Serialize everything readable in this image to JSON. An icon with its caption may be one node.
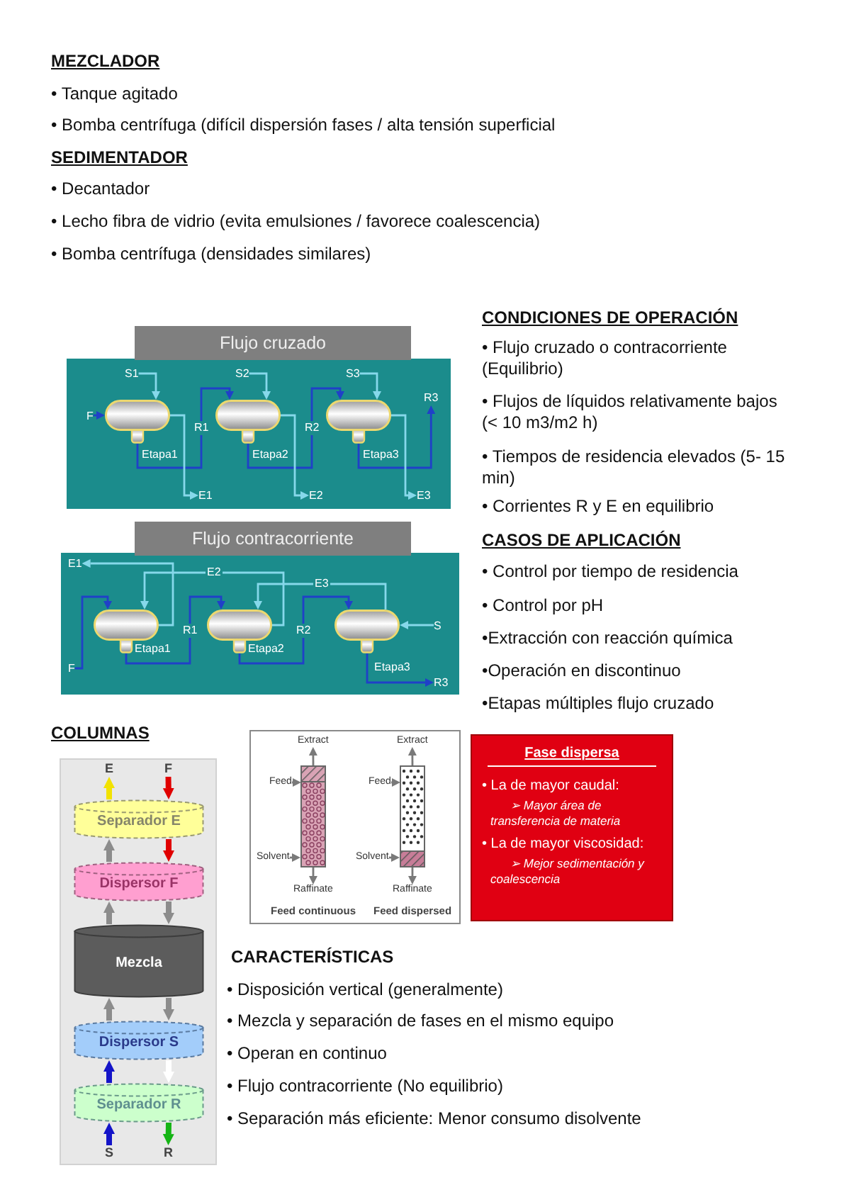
{
  "diagram": {
    "nodes": [
      {
        "text": [
          "Flujo cruzado"
        ]
      },
      {
        "text": [
          "S1"
        ],
        "in": 0
      },
      {
        "text": [
          "S2"
        ],
        "in": 0
      },
      {
        "text": [
          "S3"
        ],
        "in": 0
      },
      {
        "text": [
          "F"
        ],
        "in": 0
      },
      {
        "text": [],
        "shape": "cylinder",
        "beside": [
          "Etapa1"
        ],
        "in": 0
      },
      {
        "text": [],
        "shape": "cylinder",
        "beside": [
          "Etapa2"
        ],
        "in": 0
      },
      {
        "text": [],
        "shape": "cylinder",
        "beside": [
          "Etapa3"
        ],
        "in": 0
      },
      {
        "text": [
          "R3"
        ],
        "in": 0
      },
      {
        "text": [
          "E1"
        ],
        "in": 0
      },
      {
        "text": [
          "E2"
        ],
        "in": 0
      },
      {
        "text": [
          "E3"
        ],
        "in": 0
      },
      {
        "text": [
          "Flujo contracorriente"
        ]
      },
      {
        "text": [
          "E1"
        ],
        "in": 12
      },
      {
        "text": [
          "F"
        ],
        "in": 12
      },
      {
        "text": [],
        "shape": "cylinder",
        "beside": [
          "Etapa1"
        ],
        "in": 12
      },
      {
        "text": [],
        "shape": "cylinder",
        "beside": [
          "Etapa2"
        ],
        "in": 12
      },
      {
        "text": [],
        "shape": "cylinder",
        "beside": [
          "Etapa3"
        ],
        "in": 12
      },
      {
        "text": [
          "S"
        ],
        "in": 12
      },
      {
        "text": [
          "R3"
        ],
        "in": 12
      },
      {
        "text": [
          "E"
        ]
      },
      {
        "text": [
          "F"
        ]
      },
      {
        "text": [
          "Separador E"
        ]
      },
      {
        "text": [
          "Dispersor F"
        ]
      },
      {
        "text": [
          "Mezcla"
        ]
      },
      {
        "text": [
          "Dispersor S"
        ]
      },
      {
        "text": [
          "Separador R"
        ]
      },
      {
        "text": [
          "S"
        ]
      },
      {
        "text": [
          "R"
        ]
      },
      {
        "text": [
          "Extract"
        ]
      },
      {
        "text": [
          "Feed"
        ]
      },
      {
        "text": [],
        "shape": "box"
      },
      {
        "text": [
          "Solvent"
        ]
      },
      {
        "text": [
          "Raffinate"
        ]
      },
      {
        "text": [
          "Extract"
        ]
      },
      {
        "text": [
          "Feed"
        ]
      },
      {
        "text": [],
        "shape": "box"
      },
      {
        "text": [
          "Solvent"
        ]
      },
      {
        "text": [
          "Raffinate"
        ]
      },
      {
        "text": [
          "Fase dispersa",
          "• La de mayor caudal:",
          "➢ Mayor área de transferencia de materia",
          "• La de mayor viscosidad:",
          "➢ Mejor sedimentación y coalescencia"
        ]
      }
    ],
    "edges": [
      {
        "from": 4,
        "to": 5,
        "arrow": "to",
        "color": "#2040c8"
      },
      {
        "from": 1,
        "to": 5,
        "arrow": "to"
      },
      {
        "from": 5,
        "to": 6,
        "arrow": "to",
        "label": "R1",
        "color": "#2040c8"
      },
      {
        "from": 2,
        "to": 6,
        "arrow": "to"
      },
      {
        "from": 6,
        "to": 7,
        "arrow": "to",
        "label": "R2",
        "color": "#2040c8"
      },
      {
        "from": 3,
        "to": 7,
        "arrow": "to"
      },
      {
        "from": 7,
        "to": 8,
        "arrow": "to",
        "color": "#2040c8"
      },
      {
        "from": 5,
        "to": 9,
        "arrow": "to"
      },
      {
        "from": 6,
        "to": 10,
        "arrow": "to"
      },
      {
        "from": 7,
        "to": 11,
        "arrow": "to"
      },
      {
        "from": 14,
        "to": 15,
        "arrow": "to",
        "color": "#2040c8"
      },
      {
        "from": 15,
        "to": 16,
        "arrow": "to",
        "label": "R1",
        "color": "#2040c8"
      },
      {
        "from": 16,
        "to": 17,
        "arrow": "to",
        "label": "R2",
        "color": "#2040c8"
      },
      {
        "from": 17,
        "to": 19,
        "arrow": "to",
        "color": "#2040c8"
      },
      {
        "from": 18,
        "to": 17,
        "arrow": "to"
      },
      {
        "from": 17,
        "to": 16,
        "arrow": "to",
        "label": "E3"
      },
      {
        "from": 16,
        "to": 15,
        "arrow": "to",
        "label": "E2"
      },
      {
        "from": 15,
        "to": 13,
        "arrow": "to"
      },
      {
        "from": 22,
        "to": 20,
        "arrow": "to",
        "style": "thick",
        "color": "#f2e200"
      },
      {
        "from": 21,
        "to": 22,
        "arrow": "to",
        "style": "thick",
        "color": "#e00000"
      },
      {
        "from": 22,
        "to": 23,
        "arrow": "to",
        "style": "thick",
        "color": "#e00000"
      },
      {
        "from": 23,
        "to": 22,
        "arrow": "to",
        "style": "thick",
        "color": "#8c8c8c"
      },
      {
        "from": 23,
        "to": 24,
        "arrow": "to",
        "style": "thick",
        "color": "#8c8c8c"
      },
      {
        "from": 24,
        "to": 23,
        "arrow": "to",
        "style": "thick",
        "color": "#8c8c8c"
      },
      {
        "from": 24,
        "to": 25,
        "arrow": "to",
        "style": "thick",
        "color": "#8c8c8c"
      },
      {
        "from": 25,
        "to": 24,
        "arrow": "to",
        "style": "thick",
        "color": "#8c8c8c"
      },
      {
        "from": 25,
        "to": 26,
        "arrow": "to",
        "style": "thick",
        "color": "#ffffff"
      },
      {
        "from": 26,
        "to": 25,
        "arrow": "to",
        "style": "thick",
        "color": "#1414c8"
      },
      {
        "from": 27,
        "to": 26,
        "arrow": "to",
        "style": "thick",
        "color": "#1414c8"
      },
      {
        "from": 26,
        "to": 28,
        "arrow": "to",
        "style": "thick",
        "color": "#14b414"
      },
      {
        "from": 31,
        "to": 29,
        "arrow": "to",
        "color": "#7a7a7a"
      },
      {
        "from": 30,
        "to": 31,
        "arrow": "to",
        "color": "#7a7a7a"
      },
      {
        "from": 32,
        "to": 31,
        "arrow": "to",
        "color": "#7a7a7a"
      },
      {
        "from": 31,
        "to": 33,
        "arrow": "to",
        "color": "#7a7a7a"
      },
      {
        "from": 36,
        "to": 34,
        "arrow": "to",
        "color": "#7a7a7a"
      },
      {
        "from": 35,
        "to": 36,
        "arrow": "to",
        "color": "#7a7a7a"
      },
      {
        "from": 37,
        "to": 36,
        "arrow": "to",
        "color": "#7a7a7a"
      },
      {
        "from": 36,
        "to": 38,
        "arrow": "to",
        "color": "#7a7a7a"
      }
    ],
    "labels": [
      "MEZCLADOR",
      "• Tanque agitado",
      "• Bomba centrífuga (difícil dispersión fases / alta tensión superficial",
      "SEDIMENTADOR",
      "• Decantador",
      "• Lecho fibra de vidrio (evita emulsiones / favorece coalescencia)",
      "• Bomba centrífuga (densidades similares)",
      "CONDICIONES DE OPERACIÓN",
      "• Flujo cruzado o contracorriente (Equilibrio)",
      "• Flujos de líquidos relativamente bajos (< 10 m3/m2 h)",
      "• Tiempos de residencia elevados (5- 15 min)",
      "• Corrientes R y E en equilibrio",
      "CASOS DE APLICACIÓN",
      "• Control por tiempo de residencia",
      "• Control por pH",
      "•Extracción con reacción química",
      "•Operación en discontinuo",
      "•Etapas múltiples flujo cruzado",
      "COLUMNAS",
      "Feed continuous",
      "Feed dispersed",
      "CARACTERÍSTICAS",
      "• Disposición vertical (generalmente)",
      "• Mezcla y separación de fases en el mismo equipo",
      "• Operan en continuo",
      "• Flujo contracorriente (No equilibrio)",
      "• Separación más eficiente: Menor consumo disolvente"
    ]
  }
}
